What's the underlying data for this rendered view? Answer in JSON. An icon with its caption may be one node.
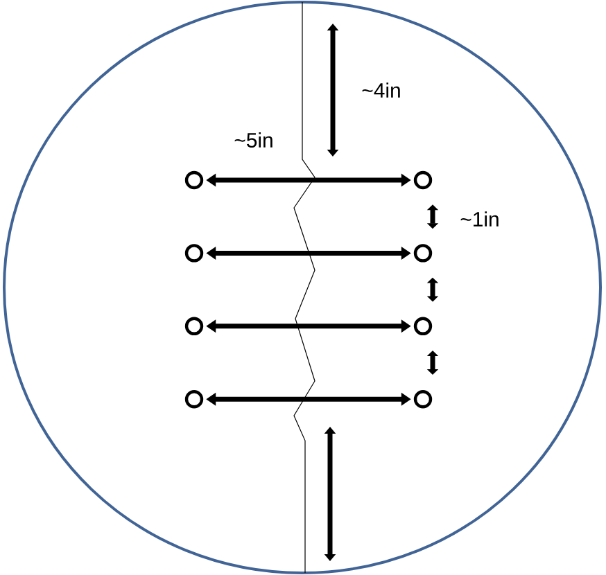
{
  "diagram": {
    "nodes": [
      {
        "text": [],
        "shape": "circle"
      },
      {
        "text": [],
        "shape": "circle"
      },
      {
        "text": [],
        "shape": "circle"
      },
      {
        "text": [],
        "shape": "circle"
      },
      {
        "text": [],
        "shape": "circle"
      },
      {
        "text": [],
        "shape": "circle"
      },
      {
        "text": [],
        "shape": "circle"
      },
      {
        "text": [],
        "shape": "circle"
      }
    ],
    "edges": [
      {
        "from": 0,
        "to": 1,
        "arrow": "both"
      },
      {
        "from": 2,
        "to": 3,
        "arrow": "both"
      },
      {
        "from": 4,
        "to": 5,
        "arrow": "both"
      },
      {
        "from": 6,
        "to": 7,
        "arrow": "both"
      },
      {
        "from": 1,
        "to": 3,
        "arrow": "both"
      },
      {
        "from": 3,
        "to": 5,
        "arrow": "both"
      },
      {
        "from": 5,
        "to": 7,
        "arrow": "both"
      }
    ],
    "labels": [
      "~4in",
      "~5in",
      "~1in"
    ]
  }
}
